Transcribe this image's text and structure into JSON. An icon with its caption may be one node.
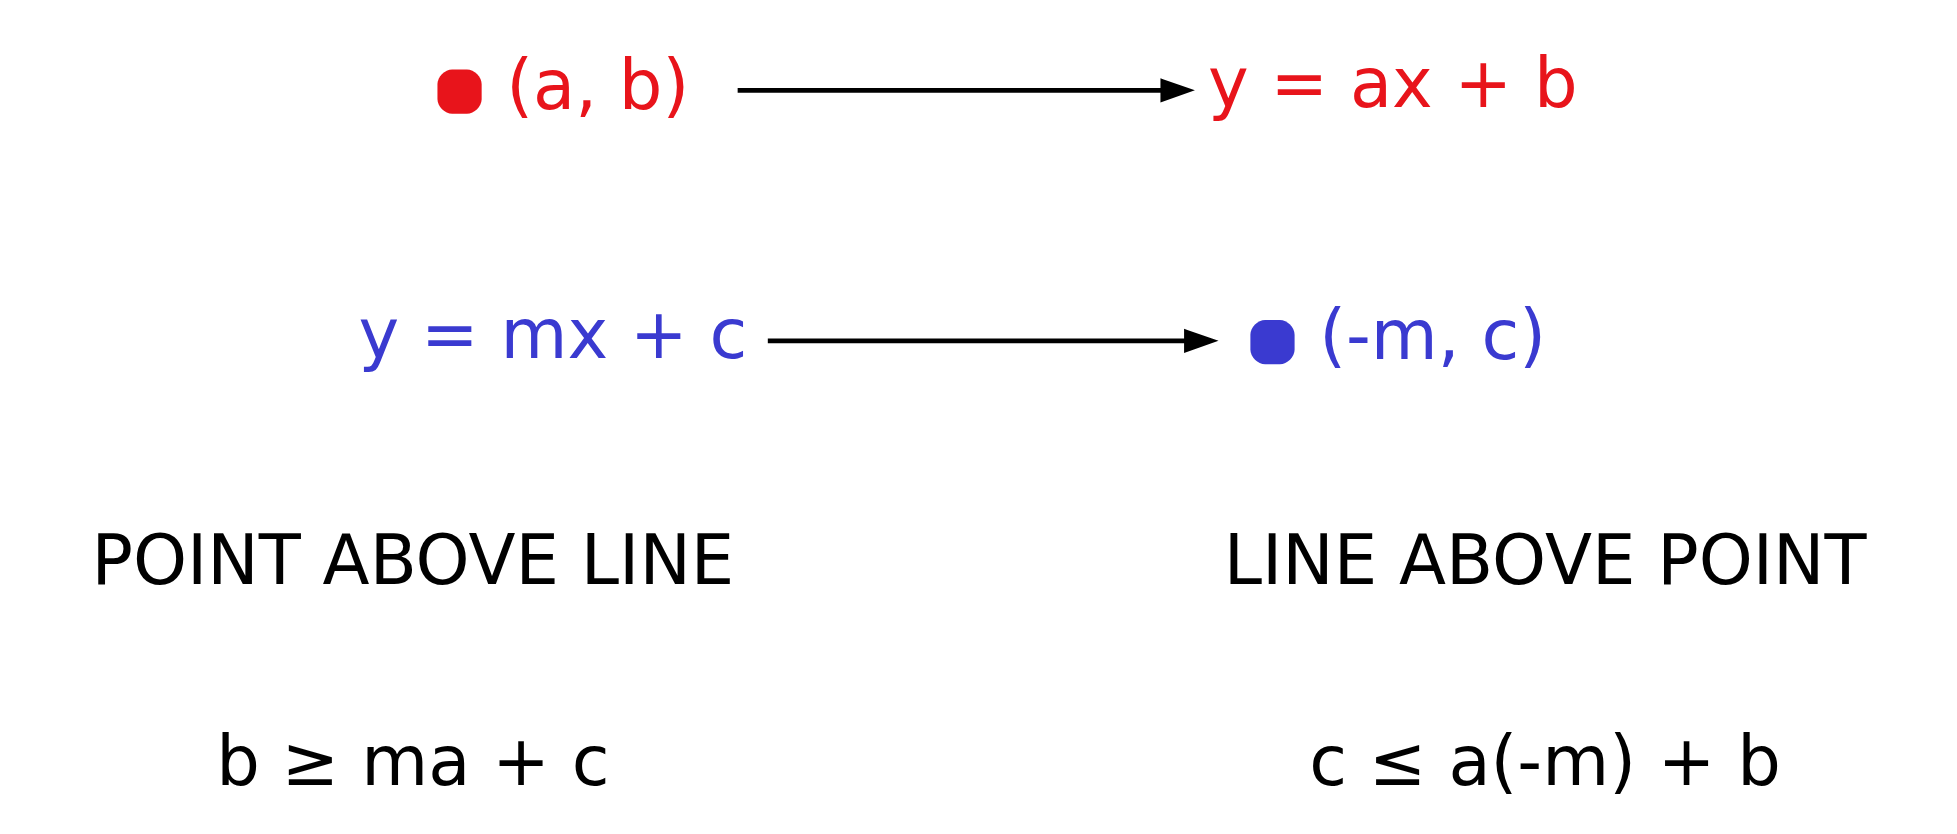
{
  "diagram": {
    "nodes": [
      {
        "text": [
          "(a, b)"
        ]
      },
      {
        "text": [
          "y = ax + b"
        ]
      },
      {
        "text": [
          "y = mx + c"
        ]
      },
      {
        "text": [
          "(-m, c)"
        ]
      }
    ],
    "edges": [
      {
        "from": 0,
        "to": 1,
        "arrow": "to"
      },
      {
        "from": 2,
        "to": 3,
        "arrow": "to"
      }
    ],
    "labels": [
      "POINT ABOVE LINE",
      "b ≥ ma + c",
      "LINE ABOVE POINT",
      "c ≤ a(-m) + b"
    ]
  }
}
